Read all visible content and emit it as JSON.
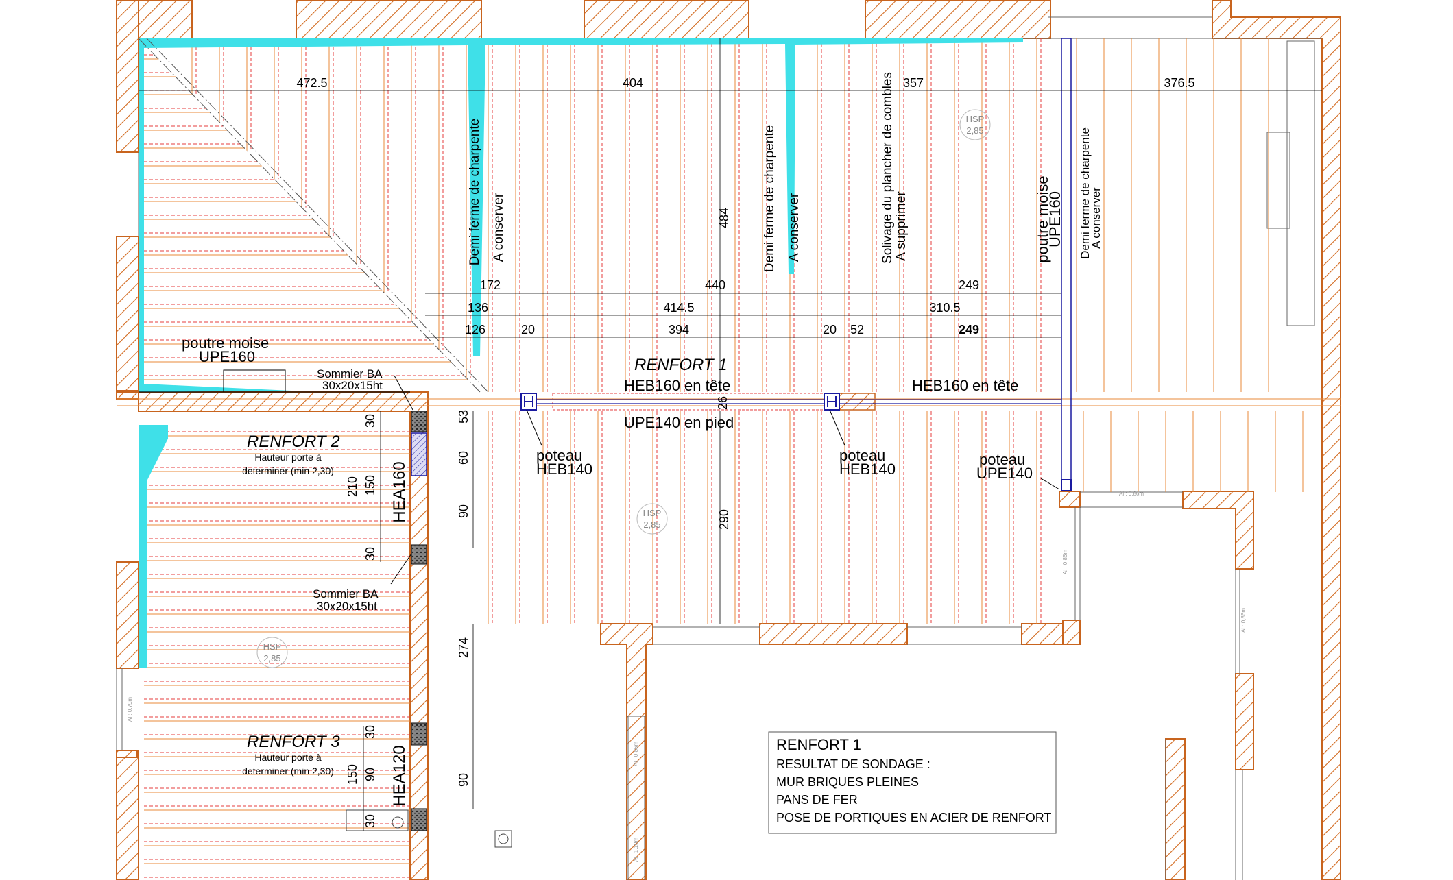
{
  "colors": {
    "wall_stroke": "#c8641e",
    "wall_hatch": "#d2691e",
    "joist_orange": "#e88a3a",
    "joist_red": "#e63c3c",
    "flashing": "#3fe0e8",
    "steel_blue": "#1a1aa0",
    "dim_line": "#000000",
    "bg": "#ffffff"
  },
  "top_dims": {
    "d1": "472.5",
    "d2": "404",
    "d3": "357",
    "d4": "376.5"
  },
  "mid_dims": {
    "r1a": "172",
    "r1b": "440",
    "r1c": "249",
    "r2a": "136",
    "r2b": "414.5",
    "r2c": "310.5",
    "r3a": "126",
    "r3b": "20",
    "r3c": "394",
    "r3d": "20",
    "r3e": "52",
    "r3f": "249"
  },
  "vert_dims": {
    "v484": "484",
    "v290": "290",
    "v26": "26",
    "v53": "53",
    "v60": "60",
    "v90a": "90",
    "v274": "274",
    "v90b": "90",
    "r2_30a": "30",
    "r2_210": "210",
    "r2_150": "150",
    "r2_30b": "30",
    "r3_30a": "30",
    "r3_150": "150",
    "r3_90": "90",
    "r3_30b": "30"
  },
  "vertical_notes": {
    "truss1_l1": "Demi ferme de charpente",
    "truss1_l2": "A conserver",
    "truss2_l1": "Demi ferme de charpente",
    "truss2_l2": "A conserver",
    "joists_l1": "Solivage du plancher de combles",
    "joists_l2": "A supprimer",
    "moise_l1": "poutre moise",
    "moise_l2": "UPE160",
    "truss3_l1": "Demi ferme de charpente",
    "truss3_l2": "A conserver"
  },
  "labels": {
    "poutre_moise_l1": "poutre moise",
    "poutre_moise_l2": "UPE160",
    "sommier1_l1": "Sommier BA",
    "sommier1_l2": "30x20x15ht",
    "sommier2_l1": "Sommier BA",
    "sommier2_l2": "30x20x15ht",
    "renfort1": "RENFORT 1",
    "heb160_1": "HEB160 en tête",
    "heb160_2": "HEB160 en tête",
    "upe140": "UPE140 en pied",
    "poteau1_l1": "poteau",
    "poteau1_l2": "HEB140",
    "poteau2_l1": "poteau",
    "poteau2_l2": "HEB140",
    "poteau3_l1": "poteau",
    "poteau3_l2": "UPE140",
    "renfort2": "RENFORT 2",
    "renfort2_sub1": "Hauteur porte à",
    "renfort2_sub2": "determiner (min 2,30)",
    "hea160": "HEA160",
    "renfort3": "RENFORT 3",
    "renfort3_sub1": "Hauteur porte à",
    "renfort3_sub2": "determiner (min 2,30)",
    "hea120": "HEA120"
  },
  "hsp": {
    "label": "HSP",
    "value": "2,85"
  },
  "small_dims": {
    "a1": "Al : 0,86m",
    "a2": "Al : 0,86m",
    "a3": "Al : 0,86m",
    "a4": "Al : 0,79m",
    "a5": "Al : 0,86m",
    "a6": "Al : 1,10m"
  },
  "notes": {
    "title": "RENFORT 1",
    "line1": "RESULTAT DE SONDAGE :",
    "line2": "MUR BRIQUES PLEINES",
    "line3": "PANS DE FER",
    "line4": "POSE DE PORTIQUES EN ACIER DE RENFORT"
  }
}
